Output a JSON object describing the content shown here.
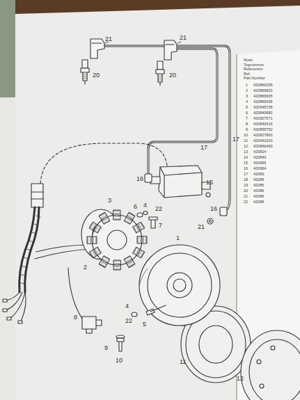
{
  "diagram": {
    "labels": [
      "21",
      "20",
      "21",
      "20",
      "17",
      "17",
      "16",
      "15",
      "16",
      "21",
      "3",
      "4",
      "6",
      "22",
      "7",
      "1",
      "2",
      "4",
      "22",
      "5",
      "8",
      "9",
      "10",
      "11",
      "12",
      "Illustr.",
      "Tegnummer",
      "Referensnr.",
      "Ref.",
      "Part Number",
      "1",
      "2",
      "3",
      "4",
      "5",
      "6",
      "7",
      "8",
      "9",
      "10",
      "11",
      "12",
      "13",
      "14",
      "15",
      "16",
      "17",
      "18",
      "19",
      "20",
      "21",
      "22",
      "420866255",
      "420866820",
      "420866665",
      "420865405",
      "420945705",
      "420840880",
      "420927571",
      "420840615",
      "420865752",
      "420827800",
      "420941920",
      "420866460",
      "420824",
      "420840",
      "420965",
      "420964",
      "42083",
      "42086",
      "42086",
      "42086",
      "42086",
      "42086"
    ]
  }
}
